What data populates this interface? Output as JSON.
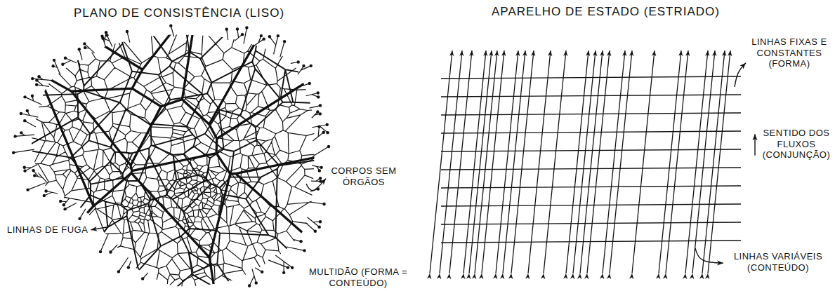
{
  "diagram": {
    "labels": [
      "PLANO DE CONSISTÊNCIA (LISO)",
      "APARELHO DE ESTADO (ESTRIADO)",
      "CORPOS SEM ÓRGÃOS",
      "LINHAS DE FUGA",
      "MULTIDÃO (FORMA = CONTEÚDO)",
      "LINHAS FIXAS E CONSTANTES (FORMA)",
      "SENTIDO DOS FLUXOS (CONJUNÇÃO)",
      "LINHAS VARIÁVEIS (CONTEÚDO)"
    ]
  }
}
